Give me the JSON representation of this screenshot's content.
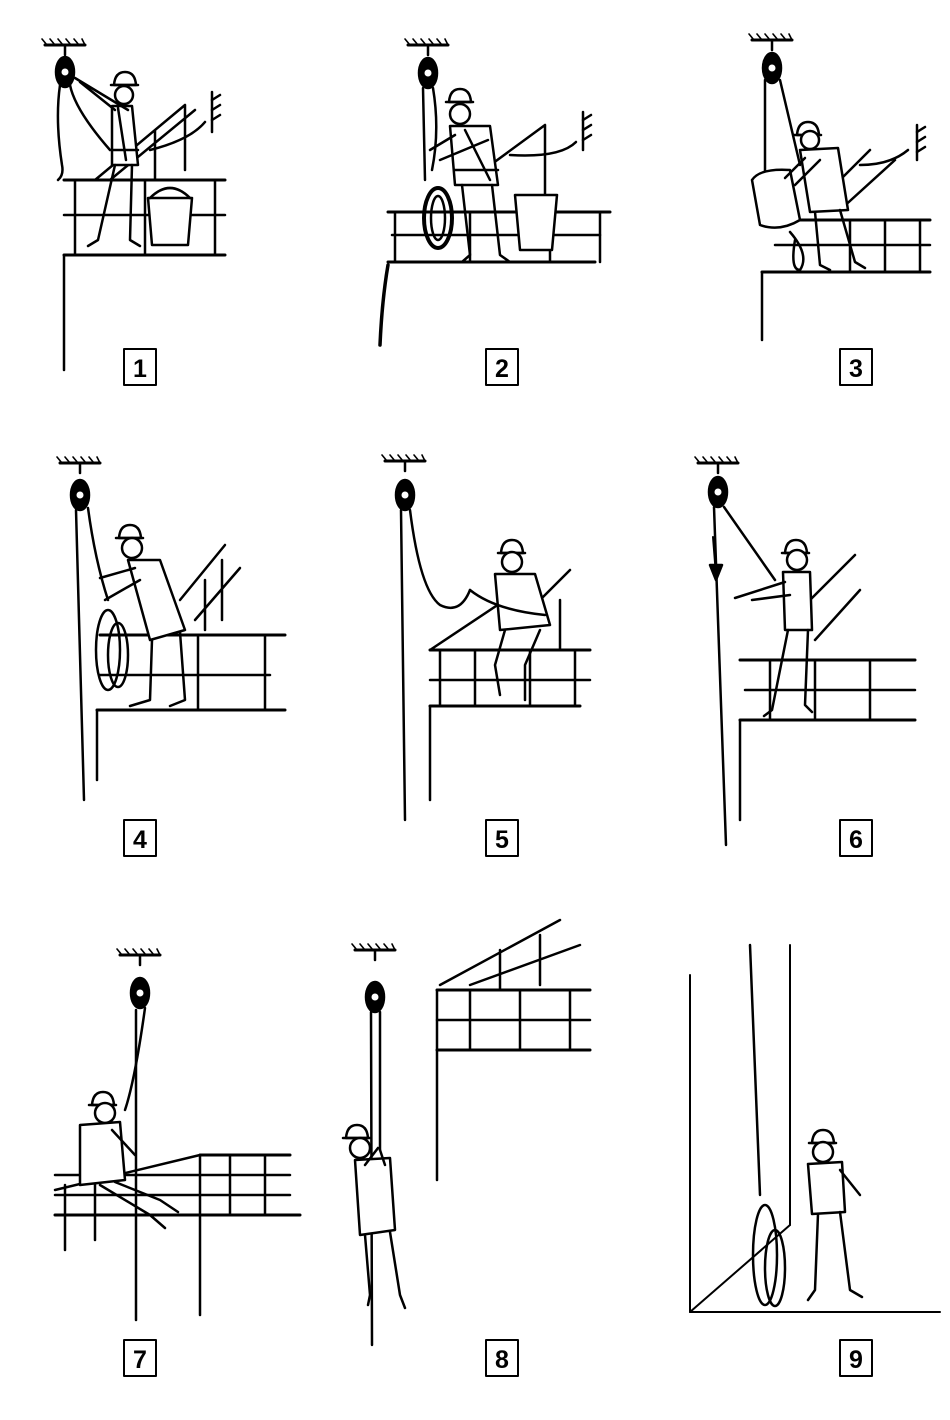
{
  "panels": [
    {
      "number": "1",
      "step": "attach-pulley-overhead"
    },
    {
      "number": "2",
      "step": "load-rope-and-bucket"
    },
    {
      "number": "3",
      "step": "lower-bag-with-rope"
    },
    {
      "number": "4",
      "step": "coil-rope-at-railing"
    },
    {
      "number": "5",
      "step": "sit-on-railing-in-sling"
    },
    {
      "number": "6",
      "step": "pull-rope-downward"
    },
    {
      "number": "7",
      "step": "climb-over-railing"
    },
    {
      "number": "8",
      "step": "descend-on-rope"
    },
    {
      "number": "9",
      "step": "reach-ground"
    }
  ],
  "colors": {
    "ink": "#000000",
    "paper": "#ffffff"
  }
}
